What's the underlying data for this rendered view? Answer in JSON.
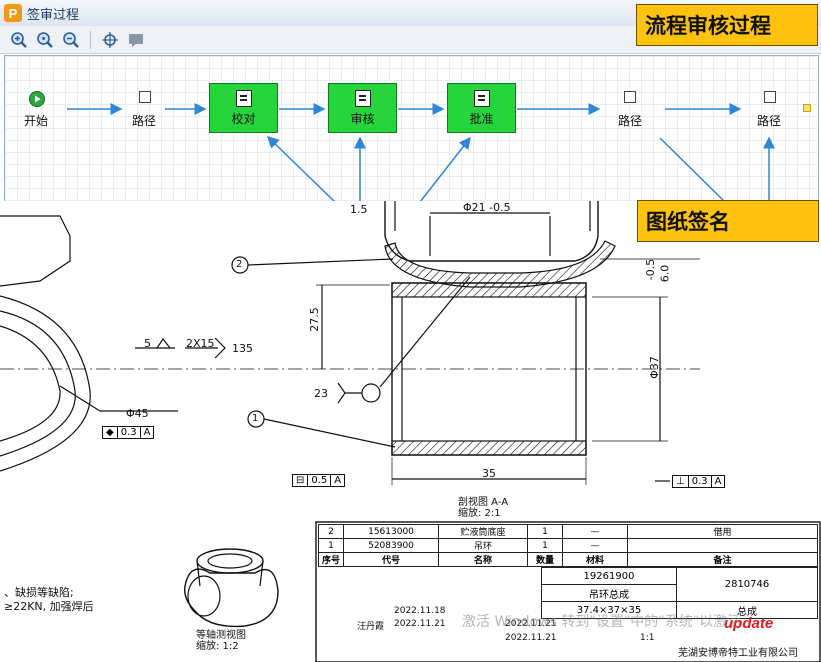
{
  "window": {
    "title": "签审过程",
    "logo": "P"
  },
  "toolbar": {
    "icons": [
      "zoom-in-icon",
      "zoom-actual-icon",
      "zoom-out-icon",
      "fit-icon",
      "comment-icon"
    ]
  },
  "workflow": {
    "nodes": [
      {
        "label": "开始",
        "kind": "start"
      },
      {
        "label": "路径",
        "kind": "route"
      },
      {
        "label": "校对",
        "kind": "step"
      },
      {
        "label": "审核",
        "kind": "step"
      },
      {
        "label": "批准",
        "kind": "step"
      },
      {
        "label": "路径",
        "kind": "route"
      },
      {
        "label": "路径",
        "kind": "route"
      }
    ]
  },
  "callouts": {
    "process": "流程审核过程",
    "drawing": "图纸签名"
  },
  "drawing": {
    "dims": {
      "d1": "Φ21 -0.5",
      "d2": "1.5",
      "d3": "27.5",
      "d4": "Φ37",
      "d5": "35",
      "d6": "-0.5",
      "d7": "6.0",
      "d8": "Φ45",
      "d9": "5",
      "d10": "2X15",
      "d11": "135",
      "d12": "23"
    },
    "balloons": [
      "2",
      "1"
    ],
    "tol1": [
      "◆",
      "0.3",
      "A"
    ],
    "tol2": [
      "⊟",
      "0.5",
      "A"
    ],
    "tol3": [
      "⊥",
      "0.3",
      "A"
    ],
    "section_title": "剖视图 A-A",
    "section_scale": "缩放:   2:1",
    "iso_title": "等轴测视图",
    "iso_scale": "缩放:   1:2",
    "note1": "、缺损等缺陷;",
    "note2": "≥22KN, 加强焊后"
  },
  "titleblock": {
    "bom": [
      {
        "no": "2",
        "code": "15613000",
        "name": "贮液筒底座",
        "qty": "1",
        "remark": "借用"
      },
      {
        "no": "1",
        "code": "52083900",
        "name": "吊环",
        "qty": "1",
        "remark": ""
      }
    ],
    "hdr": {
      "no": "序号",
      "code": "代号",
      "name": "名称",
      "qty": "数量",
      "mat": "材料",
      "remark": "备注"
    },
    "drawing_no": "19261900",
    "part_name": "吊环总成",
    "assy_no": "2810746",
    "size": "37.4×37×35",
    "type": "总成",
    "dates": [
      "2022.11.18",
      "2022.11.21",
      "2022.11.21",
      "2022.11.21"
    ],
    "signer": "汪丹霞",
    "company": "芜湖安博帝特工业有限公司",
    "logo": "update",
    "ratio": "1:1"
  },
  "watermark": "激活 Windows 转到\"设置\"中的\"系统\"以激活"
}
